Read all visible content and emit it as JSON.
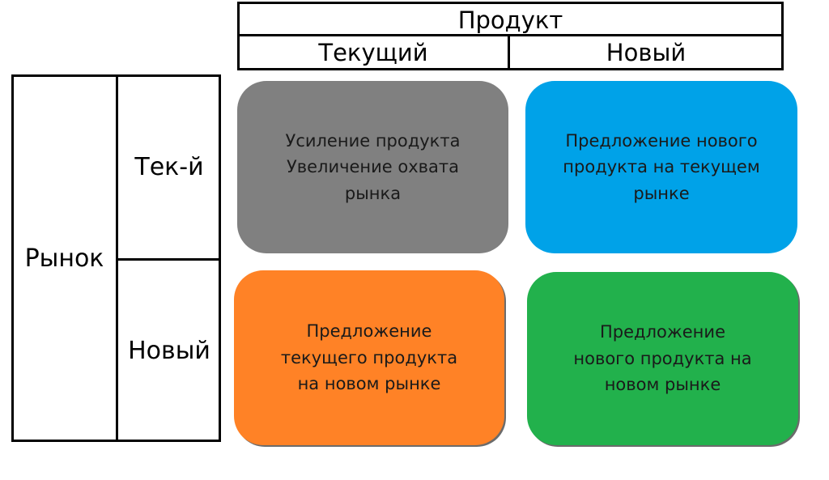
{
  "product_header": {
    "title": "Продукт",
    "current": "Текущий",
    "new": "Новый"
  },
  "market_header": {
    "title": "Рынок",
    "current": "Тек-й",
    "new": "Новый"
  },
  "quadrants": {
    "current_current": {
      "line1": "Усиление продукта",
      "line2": "Увеличение охвата",
      "line3": "рынка",
      "color": "#808080"
    },
    "new_product_current_market": {
      "line1": "Предложение нового",
      "line2": "продукта на текущем",
      "line3": "рынке",
      "color": "#00a2e8"
    },
    "current_product_new_market": {
      "line1": "Предложение",
      "line2": "текущего продукта",
      "line3": "на новом рынке",
      "color": "#ff8226"
    },
    "new_new": {
      "line1": "Предложение",
      "line2": "нового продукта на",
      "line3": "новом рынке",
      "color": "#22b14c"
    }
  }
}
